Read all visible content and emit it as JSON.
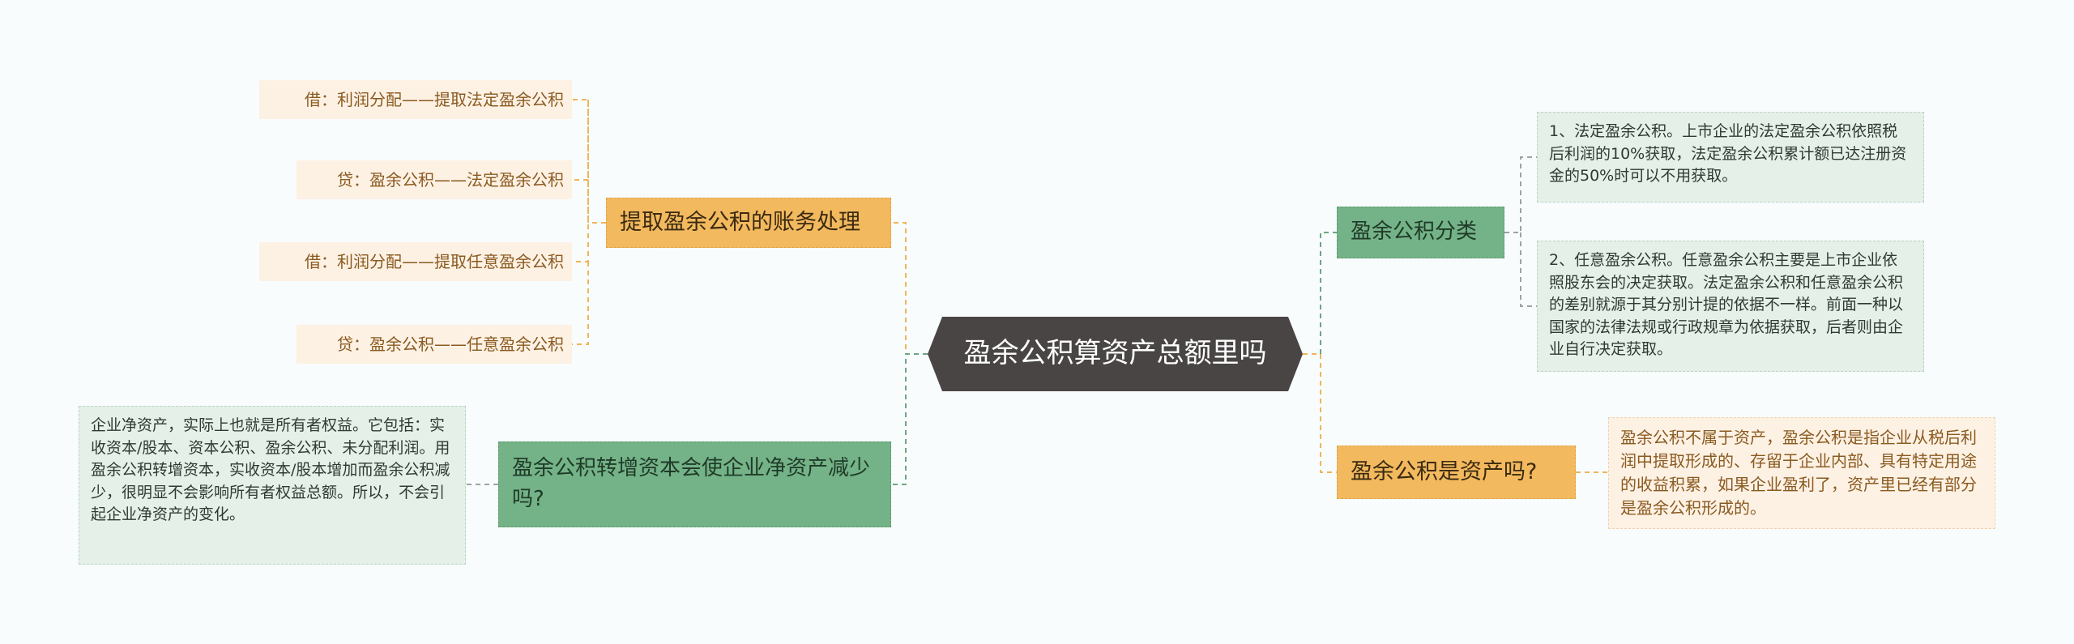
{
  "root": {
    "label": "盈余公积算资产总额里吗"
  },
  "left": {
    "accounting": {
      "label": "提取盈余公积的账务处理",
      "entries": [
        "借：利润分配——提取法定盈余公积",
        "贷：盈余公积——法定盈余公积",
        "借：利润分配——提取任意盈余公积",
        "贷：盈余公积——任意盈余公积"
      ]
    },
    "capital": {
      "label": "盈余公积转增资本会使企业净资产减少吗?",
      "answer": "企业净资产，实际上也就是所有者权益。它包括：实收资本/股本、资本公积、盈余公积、未分配利润。用盈余公积转增资本，实收资本/股本增加而盈余公积减少，很明显不会影响所有者权益总额。所以，不会引起企业净资产的变化。"
    }
  },
  "right": {
    "categories": {
      "label": "盈余公积分类",
      "items": [
        "1、法定盈余公积。上市企业的法定盈余公积依照税后利润的10%获取，法定盈余公积累计额已达注册资金的50%时可以不用获取。",
        "2、任意盈余公积。任意盈余公积主要是上市企业依照股东会的决定获取。法定盈余公积和任意盈余公积的差别就源于其分别计提的依据不一样。前面一种以国家的法律法规或行政规章为依据获取，后者则由企业自行决定获取。"
      ]
    },
    "asset": {
      "label": "盈余公积是资产吗?",
      "answer": "盈余公积不属于资产，盈余公积是指企业从税后利润中提取形成的、存留于企业内部、具有特定用途的收益积累，如果企业盈利了，资产里已经有部分是盈余公积形成的。"
    }
  },
  "colors": {
    "orange_link": "#f0b45a",
    "green_link": "#6fa582",
    "gray_link": "#9aa5a0"
  }
}
